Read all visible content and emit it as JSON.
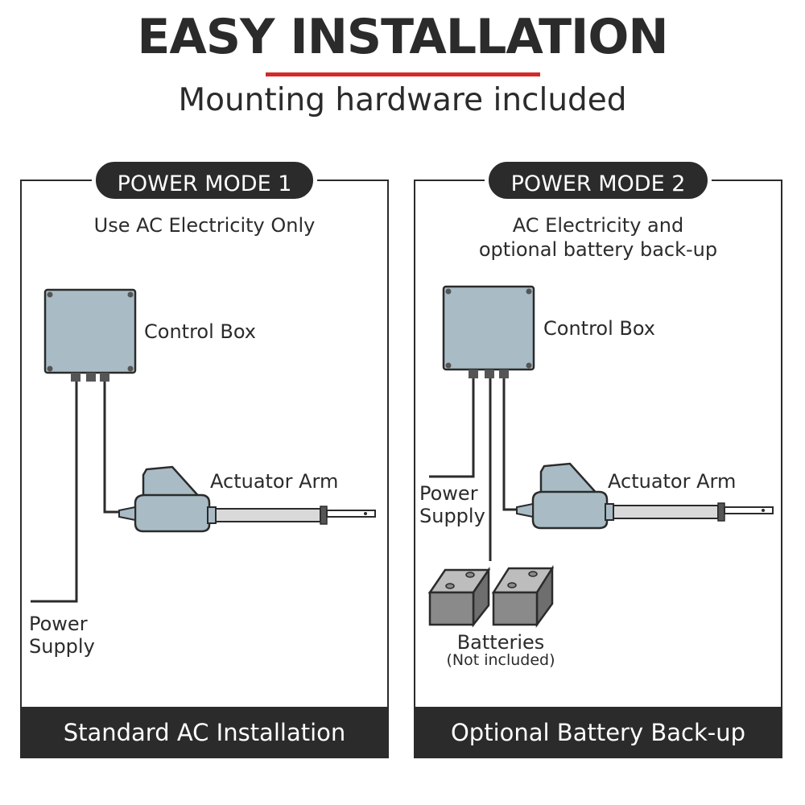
{
  "header": {
    "title": "EASY INSTALLATION",
    "subtitle": "Mounting hardware included",
    "accent_color": "#d32a2a"
  },
  "panels": [
    {
      "mode_label": "POWER MODE 1",
      "description_lines": [
        "Use AC Electricity Only"
      ],
      "control_box_label": "Control Box",
      "actuator_label": "Actuator Arm",
      "power_supply_label": [
        "Power",
        "Supply"
      ],
      "footer": "Standard AC Installation"
    },
    {
      "mode_label": "POWER MODE 2",
      "description_lines": [
        "AC Electricity and",
        "optional battery back-up"
      ],
      "control_box_label": "Control Box",
      "actuator_label": "Actuator Arm",
      "power_supply_label": [
        "Power",
        "Supply"
      ],
      "batteries_label": "Batteries",
      "batteries_note": "(Not included)",
      "footer": "Optional Battery Back-up"
    }
  ],
  "colors": {
    "dark": "#2b2b2b",
    "box_fill": "#a9bcc6",
    "battery_fill": "#8a8a8a",
    "rod_fill": "#d9d9d9"
  }
}
